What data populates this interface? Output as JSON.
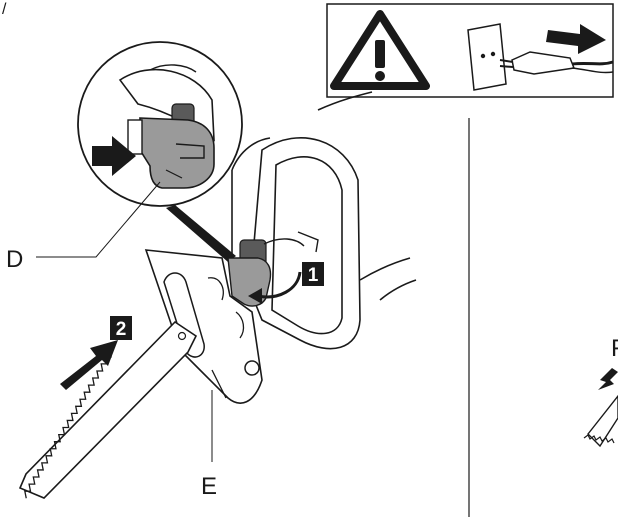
{
  "figure": {
    "corner_mark": "/",
    "labels": {
      "d": "D",
      "e": "E",
      "f_partial": "F"
    },
    "steps": {
      "one": "1",
      "two": "2"
    },
    "warning": {
      "icon": "warning-triangle-icon",
      "plug_icon": "unplug-from-socket-icon"
    }
  },
  "colors": {
    "ink": "#1a1a1a",
    "gray_part": "#9a9a9a",
    "dark_part": "#5a5a5a",
    "panel_bg": "#ffffff"
  }
}
